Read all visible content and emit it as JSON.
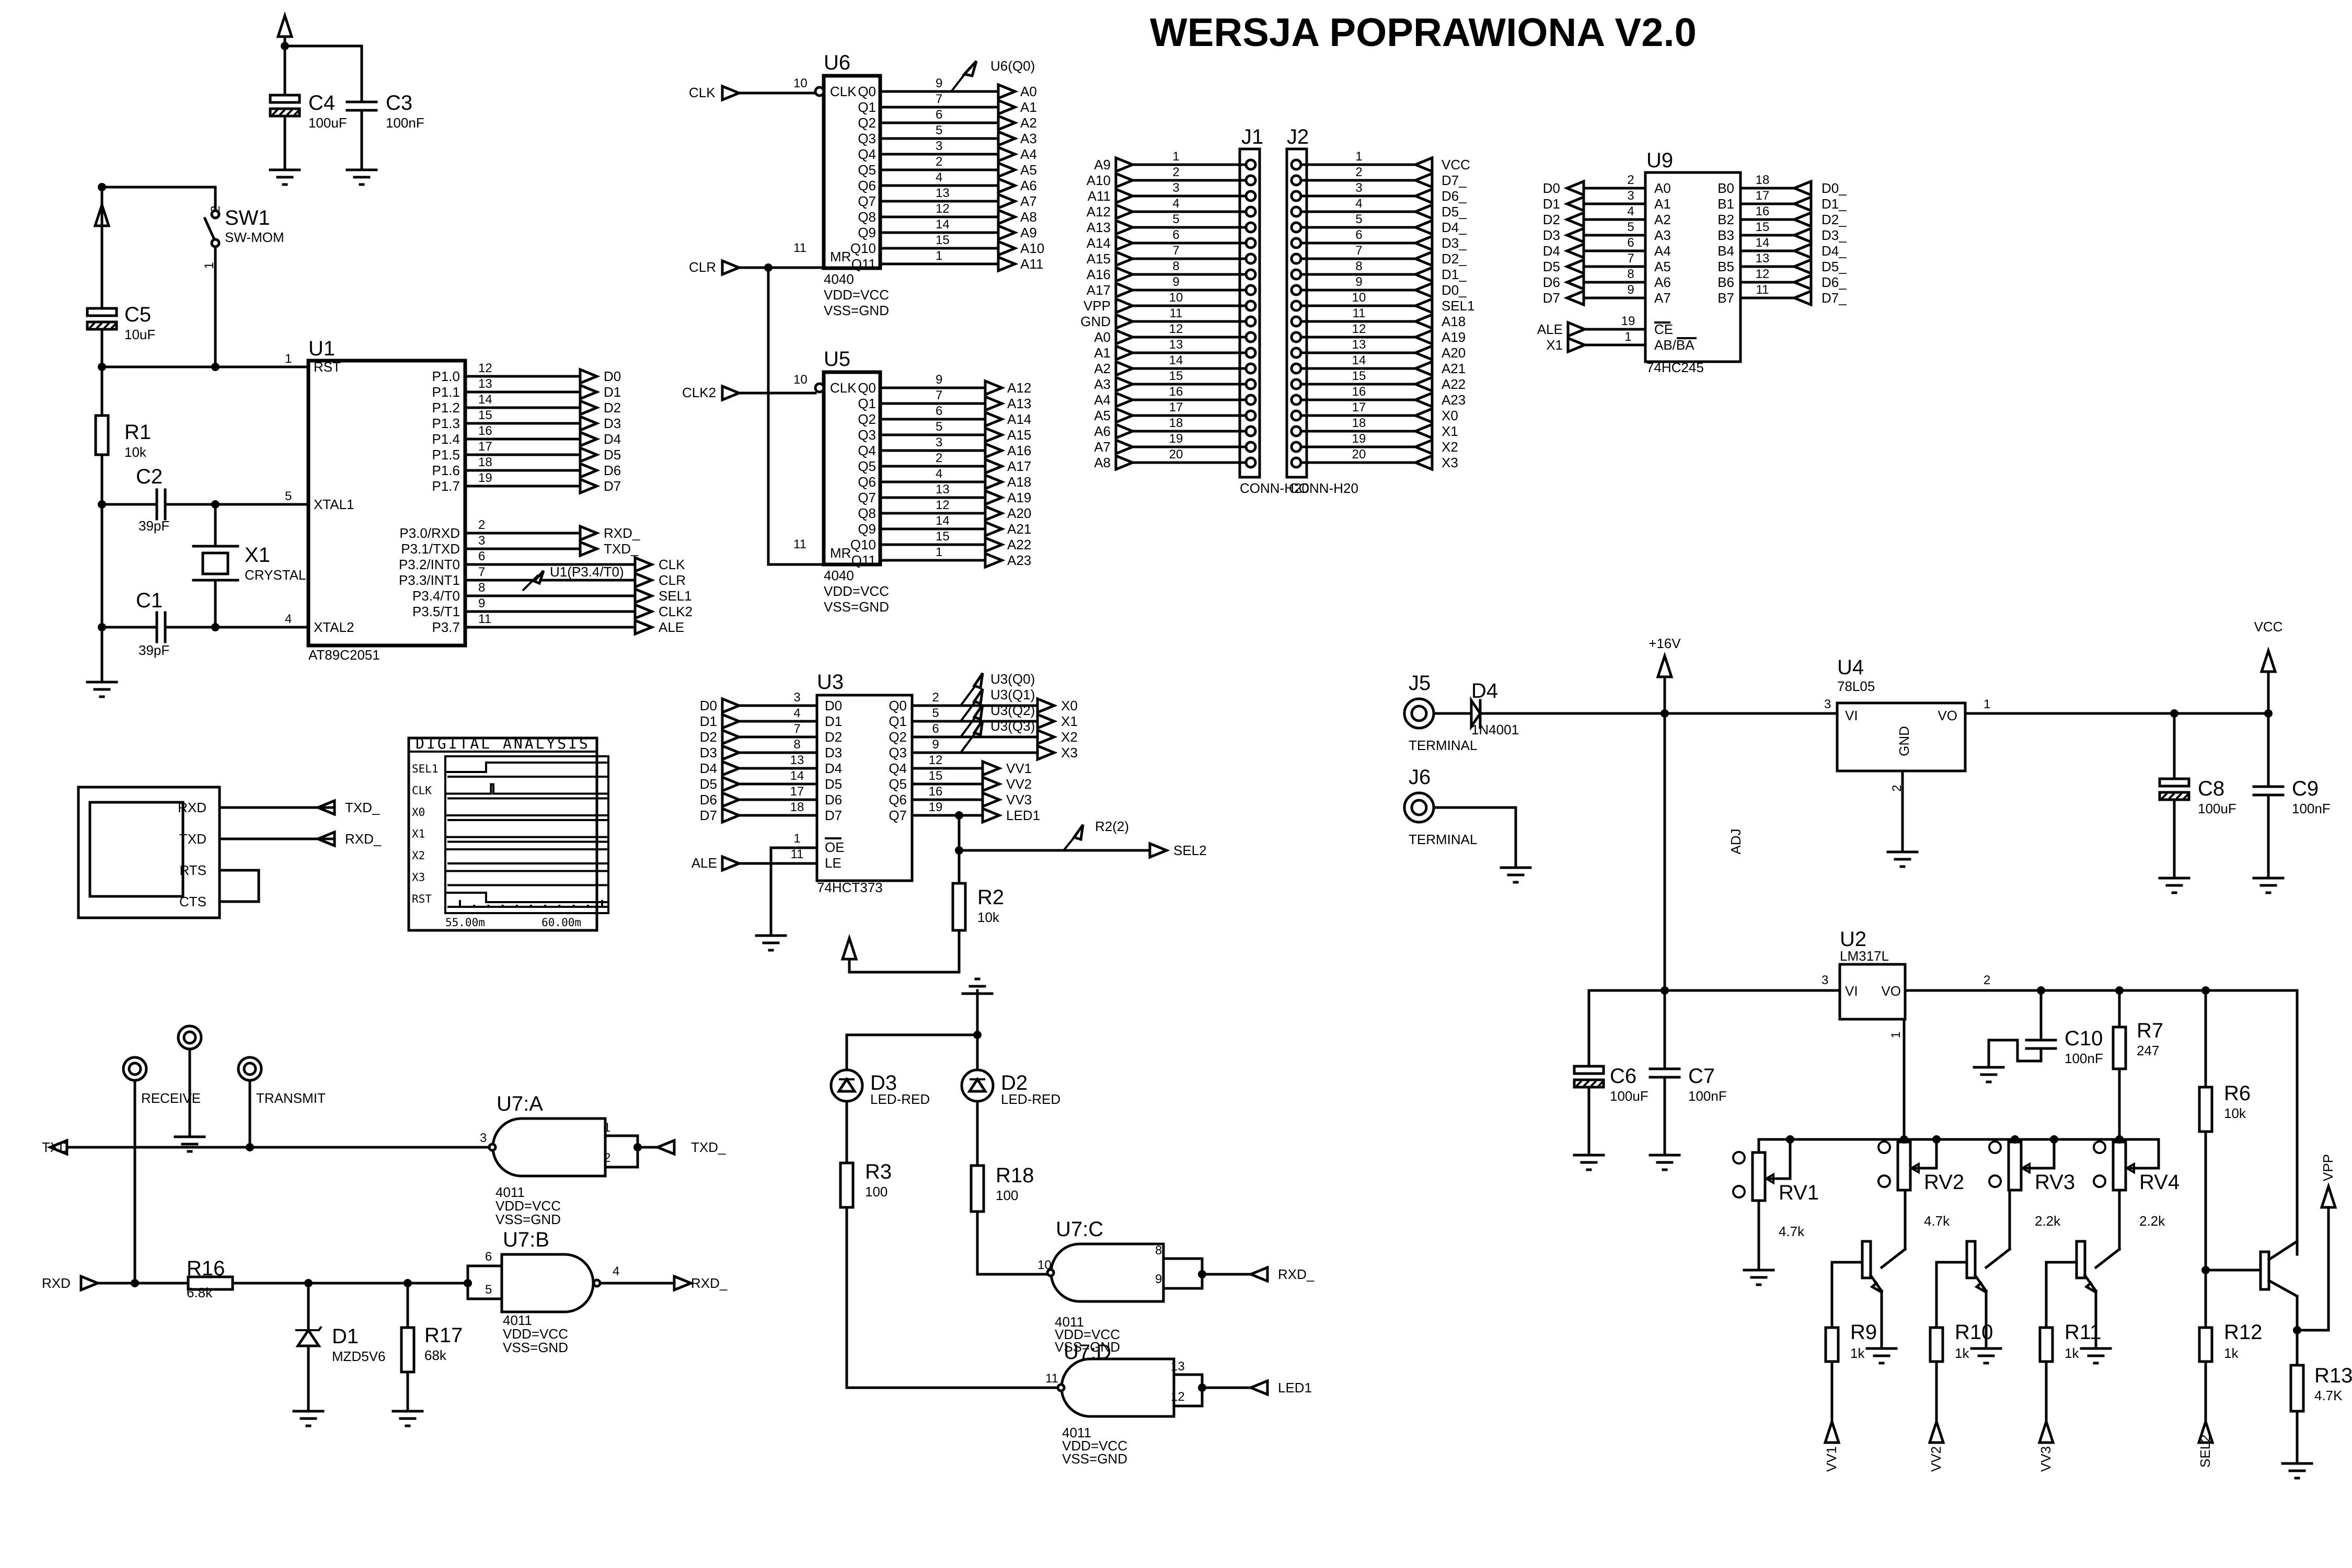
{
  "title": "WERSJA POPRAWIONA V2.0",
  "power": {
    "c4": {
      "ref": "C4",
      "value": "100uF"
    },
    "c3": {
      "ref": "C3",
      "value": "100nF"
    }
  },
  "reset": {
    "c5": {
      "ref": "C5",
      "value": "10uF"
    },
    "sw1": {
      "ref": "SW1",
      "value": "SW-MOM",
      "pin1": "1",
      "pin2": "2"
    },
    "r1": {
      "ref": "R1",
      "value": "10k"
    },
    "c2": {
      "ref": "C2",
      "value": "39pF"
    },
    "c1": {
      "ref": "C1",
      "value": "39pF"
    },
    "x1": {
      "ref": "X1",
      "value": "CRYSTAL"
    }
  },
  "u1": {
    "ref": "U1",
    "part": "AT89C2051",
    "left_pins": [
      {
        "num": "1",
        "name": "RST"
      },
      {
        "num": "5",
        "name": "XTAL1"
      },
      {
        "num": "4",
        "name": "XTAL2"
      }
    ],
    "p1": [
      {
        "num": "12",
        "name": "P1.0",
        "net": "D0"
      },
      {
        "num": "13",
        "name": "P1.1",
        "net": "D1"
      },
      {
        "num": "14",
        "name": "P1.2",
        "net": "D2"
      },
      {
        "num": "15",
        "name": "P1.3",
        "net": "D3"
      },
      {
        "num": "16",
        "name": "P1.4",
        "net": "D4"
      },
      {
        "num": "17",
        "name": "P1.5",
        "net": "D5"
      },
      {
        "num": "18",
        "name": "P1.6",
        "net": "D6"
      },
      {
        "num": "19",
        "name": "P1.7",
        "net": "D7"
      }
    ],
    "p3": [
      {
        "num": "2",
        "name": "P3.0/RXD",
        "net": "RXD_"
      },
      {
        "num": "3",
        "name": "P3.1/TXD",
        "net": "TXD_"
      },
      {
        "num": "6",
        "name": "P3.2/INT0",
        "net": "CLK"
      },
      {
        "num": "7",
        "name": "P3.3/INT1",
        "net": "CLR"
      },
      {
        "num": "8",
        "name": "P3.4/T0",
        "net": "SEL1"
      },
      {
        "num": "9",
        "name": "P3.5/T1",
        "net": "CLK2"
      },
      {
        "num": "11",
        "name": "P3.7",
        "net": "ALE"
      }
    ],
    "probe": "U1(P3.4/T0)"
  },
  "u6": {
    "ref": "U6",
    "part": "4040",
    "vdd": "VDD=VCC",
    "vss": "VSS=GND",
    "clk_net": "CLK",
    "clk_pin": "10",
    "clk_name": "CLK",
    "mr_net": "CLR",
    "mr_pin": "11",
    "mr_name": "MR",
    "probe": "U6(Q0)",
    "outputs": [
      {
        "num": "9",
        "name": "Q0",
        "net": "A0"
      },
      {
        "num": "7",
        "name": "Q1",
        "net": "A1"
      },
      {
        "num": "6",
        "name": "Q2",
        "net": "A2"
      },
      {
        "num": "5",
        "name": "Q3",
        "net": "A3"
      },
      {
        "num": "3",
        "name": "Q4",
        "net": "A4"
      },
      {
        "num": "2",
        "name": "Q5",
        "net": "A5"
      },
      {
        "num": "4",
        "name": "Q6",
        "net": "A6"
      },
      {
        "num": "13",
        "name": "Q7",
        "net": "A7"
      },
      {
        "num": "12",
        "name": "Q8",
        "net": "A8"
      },
      {
        "num": "14",
        "name": "Q9",
        "net": "A9"
      },
      {
        "num": "15",
        "name": "Q10",
        "net": "A10"
      },
      {
        "num": "1",
        "name": "Q11",
        "net": "A11"
      }
    ]
  },
  "u5": {
    "ref": "U5",
    "part": "4040",
    "vdd": "VDD=VCC",
    "vss": "VSS=GND",
    "clk_net": "CLK2",
    "clk_pin": "10",
    "clk_name": "CLK",
    "mr_pin": "11",
    "mr_name": "MR",
    "outputs": [
      {
        "num": "9",
        "name": "Q0",
        "net": "A12"
      },
      {
        "num": "7",
        "name": "Q1",
        "net": "A13"
      },
      {
        "num": "6",
        "name": "Q2",
        "net": "A14"
      },
      {
        "num": "5",
        "name": "Q3",
        "net": "A15"
      },
      {
        "num": "3",
        "name": "Q4",
        "net": "A16"
      },
      {
        "num": "2",
        "name": "Q5",
        "net": "A17"
      },
      {
        "num": "4",
        "name": "Q6",
        "net": "A18"
      },
      {
        "num": "13",
        "name": "Q7",
        "net": "A19"
      },
      {
        "num": "12",
        "name": "Q8",
        "net": "A20"
      },
      {
        "num": "14",
        "name": "Q9",
        "net": "A21"
      },
      {
        "num": "15",
        "name": "Q10",
        "net": "A22"
      },
      {
        "num": "1",
        "name": "Q11",
        "net": "A23"
      }
    ]
  },
  "j1": {
    "ref": "J1",
    "part": "CONN-H20",
    "nets": [
      "A9",
      "A10",
      "A11",
      "A12",
      "A13",
      "A14",
      "A15",
      "A16",
      "A17",
      "VPP",
      "GND",
      "A0",
      "A1",
      "A2",
      "A3",
      "A4",
      "A5",
      "A6",
      "A7",
      "A8"
    ]
  },
  "j2": {
    "ref": "J2",
    "part": "CONN-H20",
    "nets": [
      "VCC",
      "D7_",
      "D6_",
      "D5_",
      "D4_",
      "D3_",
      "D2_",
      "D1_",
      "D0_",
      "SEL1",
      "A18",
      "A19",
      "A20",
      "A21",
      "A22",
      "A23",
      "X0",
      "X1",
      "X2",
      "X3"
    ]
  },
  "u9": {
    "ref": "U9",
    "part": "74HC245",
    "a_pins": [
      {
        "num": "2",
        "name": "A0",
        "net": "D0"
      },
      {
        "num": "3",
        "name": "A1",
        "net": "D1"
      },
      {
        "num": "4",
        "name": "A2",
        "net": "D2"
      },
      {
        "num": "5",
        "name": "A3",
        "net": "D3"
      },
      {
        "num": "6",
        "name": "A4",
        "net": "D4"
      },
      {
        "num": "7",
        "name": "A5",
        "net": "D5"
      },
      {
        "num": "8",
        "name": "A6",
        "net": "D6"
      },
      {
        "num": "9",
        "name": "A7",
        "net": "D7"
      }
    ],
    "b_pins": [
      {
        "num": "18",
        "name": "B0",
        "net": "D0_"
      },
      {
        "num": "17",
        "name": "B1",
        "net": "D1_"
      },
      {
        "num": "16",
        "name": "B2",
        "net": "D2_"
      },
      {
        "num": "15",
        "name": "B3",
        "net": "D3_"
      },
      {
        "num": "14",
        "name": "B4",
        "net": "D4_"
      },
      {
        "num": "13",
        "name": "B5",
        "net": "D5_"
      },
      {
        "num": "12",
        "name": "B6",
        "net": "D6_"
      },
      {
        "num": "11",
        "name": "B7",
        "net": "D7_"
      }
    ],
    "ctrl": [
      {
        "num": "19",
        "name": "CE",
        "net": "ALE"
      },
      {
        "num": "1",
        "name": "AB/BA",
        "net": "X1"
      }
    ]
  },
  "u3": {
    "ref": "U3",
    "part": "74HCT373",
    "d_pins": [
      {
        "num": "3",
        "name": "D0",
        "net": "D0"
      },
      {
        "num": "4",
        "name": "D1",
        "net": "D1"
      },
      {
        "num": "7",
        "name": "D2",
        "net": "D2"
      },
      {
        "num": "8",
        "name": "D3",
        "net": "D3"
      },
      {
        "num": "13",
        "name": "D4",
        "net": "D4"
      },
      {
        "num": "14",
        "name": "D5",
        "net": "D5"
      },
      {
        "num": "17",
        "name": "D6",
        "net": "D6"
      },
      {
        "num": "18",
        "name": "D7",
        "net": "D7"
      }
    ],
    "q_pins": [
      {
        "num": "2",
        "name": "Q0",
        "net": "X0"
      },
      {
        "num": "5",
        "name": "Q1",
        "net": "X1"
      },
      {
        "num": "6",
        "name": "Q2",
        "net": "X2"
      },
      {
        "num": "9",
        "name": "Q3",
        "net": "X3"
      },
      {
        "num": "12",
        "name": "Q4",
        "net": "VV1"
      },
      {
        "num": "15",
        "name": "Q5",
        "net": "VV2"
      },
      {
        "num": "16",
        "name": "Q6",
        "net": "VV3"
      },
      {
        "num": "19",
        "name": "Q7",
        "net": "LED1"
      }
    ],
    "oe": {
      "num": "1",
      "name": "OE"
    },
    "le": {
      "num": "11",
      "name": "LE",
      "net": "ALE"
    },
    "probes": [
      "U3(Q0)",
      "U3(Q1)",
      "U3(Q2)",
      "U3(Q3)"
    ],
    "r2": {
      "ref": "R2",
      "value": "10k",
      "probe": "R2(2)",
      "net": "SEL2"
    }
  },
  "analyzer": {
    "title": "DIGITAL ANALYSIS",
    "channels": [
      "SEL1",
      "CLK",
      "X0",
      "X1",
      "X2",
      "X3",
      "RST"
    ],
    "t_start": "55.00m",
    "t_end": "60.00m",
    "traces": {
      "SEL1": [
        [
          0,
          0
        ],
        [
          0.25,
          1
        ]
      ],
      "CLK": [
        [
          0,
          0
        ],
        [
          0.28,
          1
        ],
        [
          0.295,
          0
        ]
      ],
      "X0": [
        [
          0,
          0
        ]
      ],
      "X1": [
        [
          0,
          0
        ]
      ],
      "X2": [
        [
          0,
          1
        ]
      ],
      "X3": [
        [
          0,
          1
        ]
      ],
      "RST": [
        [
          0,
          1
        ],
        [
          0.25,
          0
        ]
      ]
    }
  },
  "terminal": {
    "pins": [
      "RXD",
      "TXD",
      "RTS",
      "CTS"
    ],
    "rxd_net": "TXD_",
    "txd_net": "RXD_"
  },
  "serial": {
    "txd": "TXD",
    "rxd": "RXD",
    "receive": "RECEIVE",
    "transmit": "TRANSMIT",
    "r16": {
      "ref": "R16",
      "value": "6.8k"
    },
    "d1": {
      "ref": "D1",
      "value": "MZD5V6"
    },
    "r17": {
      "ref": "R17",
      "value": "68k"
    },
    "u7a": {
      "ref": "U7:A",
      "part": "4011",
      "vdd": "VDD=VCC",
      "vss": "VSS=GND",
      "in1": "1",
      "in2": "2",
      "out": "3",
      "net": "TXD_"
    },
    "u7b": {
      "ref": "U7:B",
      "part": "4011",
      "vdd": "VDD=VCC",
      "vss": "VSS=GND",
      "in1": "6",
      "in2": "5",
      "out": "4",
      "net": "RXD_"
    }
  },
  "leds": {
    "d3": {
      "ref": "D3",
      "value": "LED-RED"
    },
    "d2": {
      "ref": "D2",
      "value": "LED-RED"
    },
    "r3": {
      "ref": "R3",
      "value": "100"
    },
    "r18": {
      "ref": "R18",
      "value": "100"
    },
    "u7c": {
      "ref": "U7:C",
      "part": "4011",
      "vdd": "VDD=VCC",
      "vss": "VSS=GND",
      "in1": "8",
      "in2": "9",
      "out": "10",
      "net": "RXD_"
    },
    "u7d": {
      "ref": "U7:D",
      "part": "4011",
      "vdd": "VDD=VCC",
      "vss": "VSS=GND",
      "in1": "13",
      "in2": "12",
      "out": "11",
      "net": "LED1"
    }
  },
  "supply": {
    "j5": {
      "ref": "J5",
      "value": "TERMINAL"
    },
    "j6": {
      "ref": "J6",
      "value": "TERMINAL"
    },
    "d4": {
      "ref": "D4",
      "value": "1N4001"
    },
    "v16": "+16V",
    "vcc": "VCC",
    "u4": {
      "ref": "U4",
      "part": "78L05",
      "vi": "VI",
      "vo": "VO",
      "gnd": "GND",
      "p_in": "3",
      "p_out": "1",
      "p_gnd": "2"
    },
    "c8": {
      "ref": "C8",
      "value": "100uF"
    },
    "c9": {
      "ref": "C9",
      "value": "100nF"
    },
    "u2": {
      "ref": "U2",
      "part": "LM317L",
      "vi": "VI",
      "vo": "VO",
      "adj": "ADJ",
      "p_in": "3",
      "p_out": "2",
      "p_adj": "1"
    },
    "c6": {
      "ref": "C6",
      "value": "100uF"
    },
    "c7": {
      "ref": "C7",
      "value": "100nF"
    },
    "c10": {
      "ref": "C10",
      "value": "100nF"
    },
    "r7": {
      "ref": "R7",
      "value": "247"
    },
    "r6": {
      "ref": "R6",
      "value": "10k"
    },
    "pots": [
      {
        "ref": "RV1",
        "value": "4.7k"
      },
      {
        "ref": "RV2",
        "value": "4.7k"
      },
      {
        "ref": "RV3",
        "value": "2.2k"
      },
      {
        "ref": "RV4",
        "value": "2.2k"
      }
    ],
    "base_rs": [
      {
        "ref": "R9",
        "value": "1k",
        "net": "VV1"
      },
      {
        "ref": "R10",
        "value": "1k",
        "net": "VV2"
      },
      {
        "ref": "R11",
        "value": "1k",
        "net": "VV3"
      },
      {
        "ref": "R12",
        "value": "1k",
        "net": "SEL2"
      }
    ],
    "r13": {
      "ref": "R13",
      "value": "4.7K"
    },
    "vpp": "VPP"
  }
}
